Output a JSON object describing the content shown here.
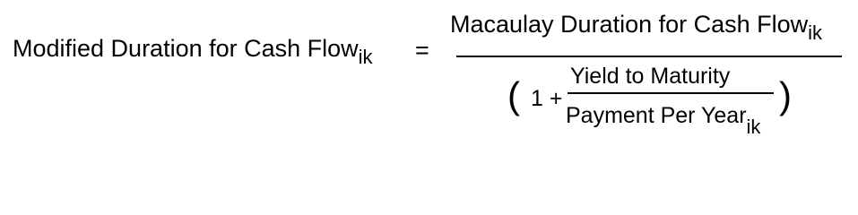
{
  "formula": {
    "lhs_main": "Modified Duration for Cash Flow",
    "lhs_subscript": "ik",
    "equals": "=",
    "numerator_main": "Macaulay Duration for Cash Flow",
    "numerator_subscript": "ik",
    "open_paren": "(",
    "one_plus": "1 +",
    "inner_numerator": "Yield to Maturity",
    "inner_denominator_main": "Payment Per Year",
    "inner_denominator_subscript": "ik",
    "close_paren": ")"
  }
}
